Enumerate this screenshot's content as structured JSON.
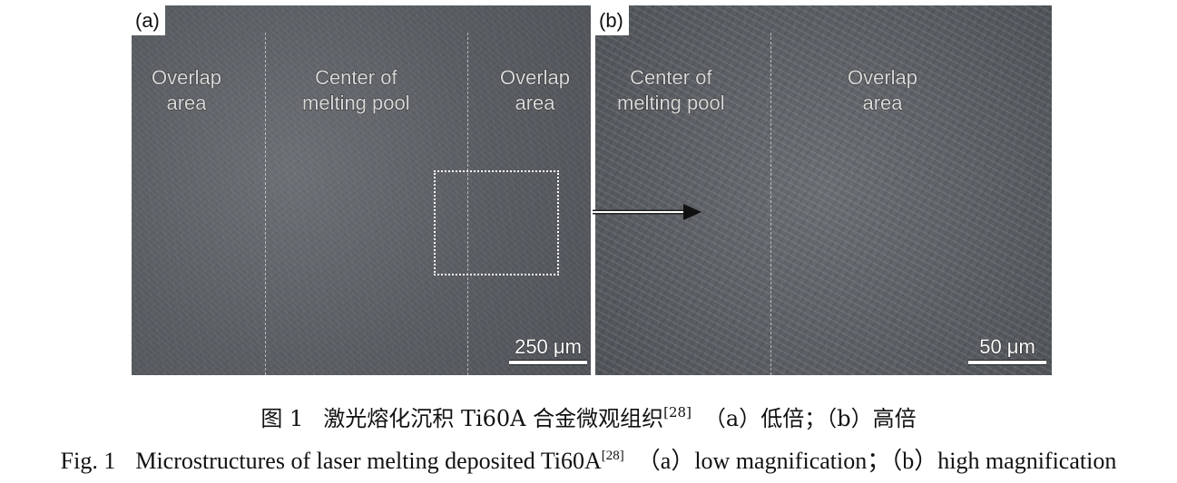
{
  "figure": {
    "panel_a": {
      "label": "(a)",
      "regions": [
        {
          "line1": "Overlap",
          "line2": "area"
        },
        {
          "line1": "Center of",
          "line2": "melting pool"
        },
        {
          "line1": "Overlap",
          "line2": "area"
        }
      ],
      "scale_bar": "250 μm"
    },
    "panel_b": {
      "label": "(b)",
      "regions": [
        {
          "line1": "Center of",
          "line2": "melting pool"
        },
        {
          "line1": "Overlap",
          "line2": "area"
        }
      ],
      "scale_bar": "50 μm"
    }
  },
  "caption_cn": {
    "number": "图 1",
    "title": "激光熔化沉积 Ti60A 合金微观组织",
    "ref": "[28]",
    "parts": "（a）低倍；（b）高倍"
  },
  "caption_en": {
    "number": "Fig. 1",
    "title": "Microstructures of laser melting deposited Ti60A",
    "ref": "[28]",
    "parts": "（a）low magnification；（b）high magnification"
  }
}
